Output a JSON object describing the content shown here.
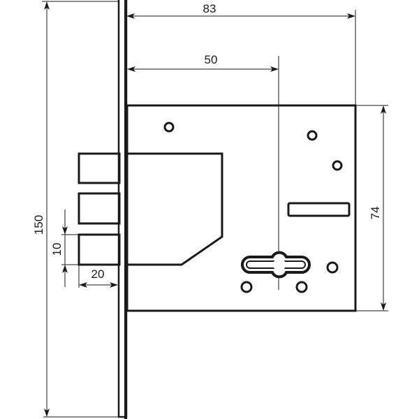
{
  "drawing": {
    "title": "Mortise lock dimension drawing",
    "dimensions": {
      "faceplate_height": "150",
      "case_depth": "83",
      "backset": "50",
      "case_height": "74",
      "bolt_height": "10",
      "bolt_throw": "20"
    },
    "colors": {
      "line": "#1a1a1a",
      "background": "#ffffff"
    }
  }
}
